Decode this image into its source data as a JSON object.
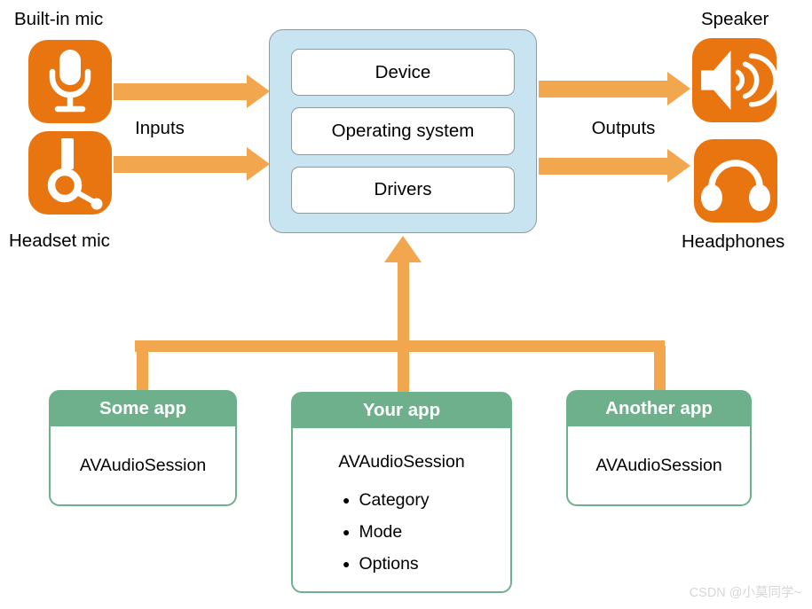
{
  "colors": {
    "icon_orange": "#E97511",
    "arrow_orange": "#F2A74E",
    "system_fill": "#C9E4F1",
    "system_border": "#8E9AA2",
    "app_green": "#6EB08C",
    "text_black": "#000000",
    "watermark_gray": "#D6D6D6"
  },
  "labels": {
    "built_in_mic": "Built-in mic",
    "headset_mic": "Headset mic",
    "speaker": "Speaker",
    "headphones": "Headphones",
    "inputs": "Inputs",
    "outputs": "Outputs"
  },
  "icons": {
    "built_in_mic": "microphone-icon",
    "headset_mic": "headset-mic-icon",
    "speaker": "speaker-icon",
    "headphones": "headphones-icon"
  },
  "system_box": {
    "layers": [
      "Device",
      "Operating system",
      "Drivers"
    ]
  },
  "apps": {
    "some": {
      "title": "Some app",
      "session": "AVAudioSession"
    },
    "your": {
      "title": "Your app",
      "session": "AVAudioSession",
      "bullets": [
        "Category",
        "Mode",
        "Options"
      ]
    },
    "another": {
      "title": "Another app",
      "session": "AVAudioSession"
    }
  },
  "watermark": "CSDN @小莫同学~"
}
